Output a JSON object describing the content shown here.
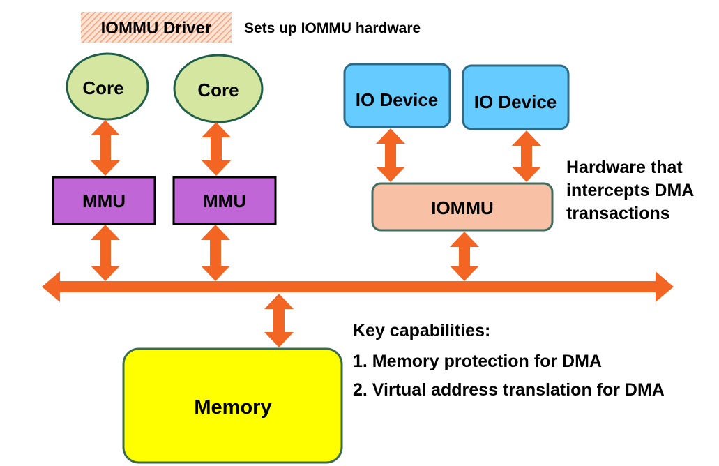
{
  "legend": {
    "driver_label": "IOMMU Driver",
    "driver_description": "Sets up IOMMU hardware"
  },
  "cores": [
    {
      "label": "Core"
    },
    {
      "label": "Core"
    }
  ],
  "mmus": [
    {
      "label": "MMU"
    },
    {
      "label": "MMU"
    }
  ],
  "io_devices": [
    {
      "label": "IO Device"
    },
    {
      "label": "IO Device"
    }
  ],
  "iommu": {
    "label": "IOMMU",
    "note_lines": [
      "Hardware that",
      "intercepts DMA",
      "transactions"
    ]
  },
  "memory": {
    "label": "Memory"
  },
  "capabilities": {
    "heading": "Key capabilities:",
    "items": [
      "1. Memory protection for DMA",
      "2. Virtual address translation for DMA"
    ]
  },
  "colors": {
    "arrow": "#f26522",
    "core_fill": "#d4e6a0",
    "core_stroke": "#1f5f4a",
    "mmu_fill": "#c066d6",
    "io_fill": "#66ccff",
    "io_stroke": "#2a6b8a",
    "iommu_fill": "#f8c0a4",
    "iommu_stroke": "#3f6e60",
    "memory_fill": "#ffff00",
    "memory_stroke": "#3a6b50",
    "driver_hatch": "#f5a07a"
  }
}
